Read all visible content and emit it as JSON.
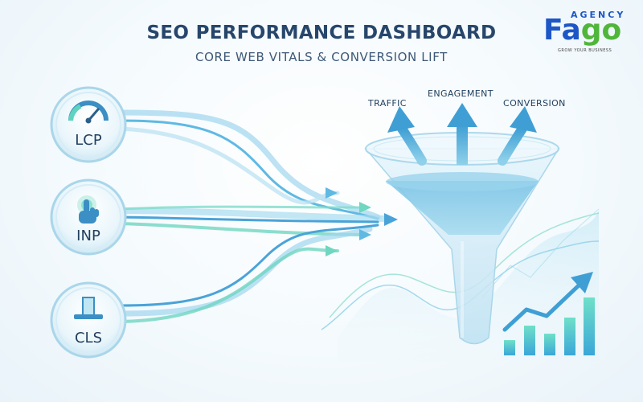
{
  "header": {
    "title": "SEO PERFORMANCE DASHBOARD",
    "subtitle": "CORE WEB VITALS & CONVERSION LIFT"
  },
  "logo": {
    "top_text": "AGENCY",
    "word_part1": "Fa",
    "word_part2": "go",
    "tagline": "GROW YOUR BUSINESS"
  },
  "vitals": [
    {
      "label": "LCP",
      "icon": "gauge-icon"
    },
    {
      "label": "INP",
      "icon": "tap-hand-icon"
    },
    {
      "label": "CLS",
      "icon": "layout-shift-icon"
    }
  ],
  "outputs": [
    {
      "label": "TRAFFIC"
    },
    {
      "label": "ENGAGEMENT"
    },
    {
      "label": "CONVERSION"
    }
  ],
  "colors": {
    "title": "#27466b",
    "accent_blue": "#4aa3d8",
    "accent_teal": "#5fd3bf",
    "logo_blue": "#1d57c6",
    "logo_green": "#4fb63a"
  }
}
